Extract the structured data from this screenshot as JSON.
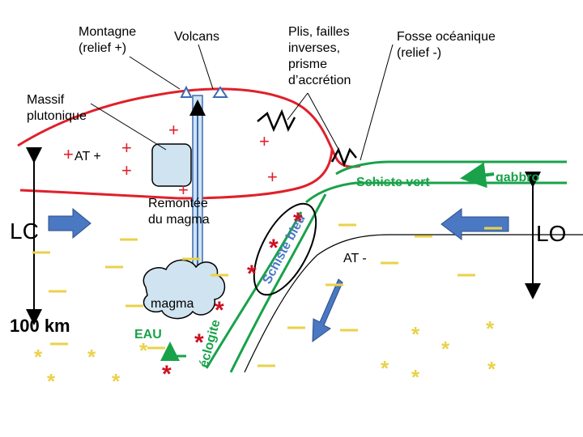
{
  "labels": {
    "montagne_line1": "Montagne",
    "montagne_line2": "(relief +)",
    "volcans": "Volcans",
    "plis_line1": "Plis, failles",
    "plis_line2": "inverses,",
    "plis_line3": "prisme",
    "plis_line4": "d’accrétion",
    "fosse_line1": "Fosse océanique",
    "fosse_line2": "(relief -)",
    "massif_line1": "Massif",
    "massif_line2": "plutonique",
    "at_plus": "AT +",
    "remontee_line1": "Remontée",
    "remontee_line2": "du magma",
    "lc": "LC",
    "lo": "LO",
    "schiste_vert": "Schiste vert",
    "gabbro": "gabbro",
    "schiste_bleu": "Schiste bleu",
    "at_minus": "AT -",
    "magma": "magma",
    "eau": "EAU",
    "eclogite": "éclogite",
    "depth": "100 km",
    "plus": "+",
    "star": "*"
  },
  "colors": {
    "crust_red": "#e0202a",
    "green": "#19a24a",
    "blue_arrow": "#4a78c2",
    "yellow": "#e9d24a",
    "dark_red_star": "#cc1122",
    "magma_blue": "#cfe3f0",
    "schiste_bleu_text": "#4a78c2"
  }
}
